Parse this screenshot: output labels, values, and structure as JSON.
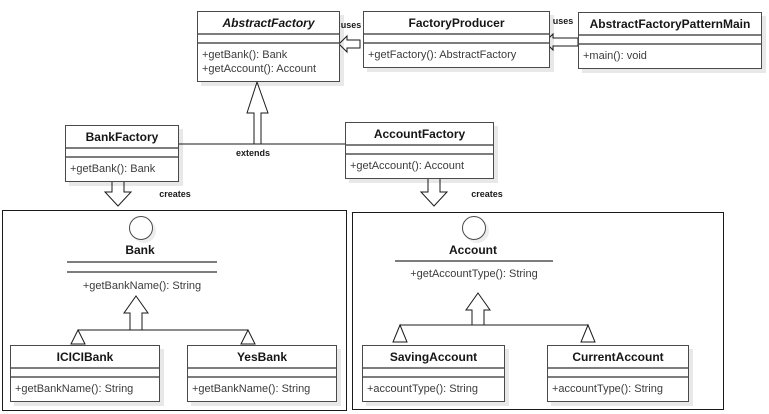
{
  "diagram": {
    "kind": "uml-class-diagram",
    "labels": {
      "uses_factoryproducer_to_abstractfactory": "uses",
      "uses_main_to_factoryproducer": "uses",
      "extends": "extends",
      "creates_left": "creates",
      "creates_right": "creates"
    },
    "classes": {
      "abstract_factory": {
        "name": "AbstractFactory",
        "stereotype": "abstract",
        "methods": [
          "+getBank(): Bank",
          "+getAccount(): Account"
        ]
      },
      "factory_producer": {
        "name": "FactoryProducer",
        "methods": [
          "+getFactory(): AbstractFactory"
        ]
      },
      "pattern_main": {
        "name": "AbstractFactoryPatternMain",
        "methods": [
          "+main(): void"
        ]
      },
      "bank_factory": {
        "name": "BankFactory",
        "methods": [
          "+getBank(): Bank"
        ]
      },
      "account_factory": {
        "name": "AccountFactory",
        "methods": [
          "+getAccount(): Account"
        ]
      },
      "icici_bank": {
        "name": "ICICIBank",
        "methods": [
          "+getBankName(): String"
        ]
      },
      "yes_bank": {
        "name": "YesBank",
        "methods": [
          "+getBankName(): String"
        ]
      },
      "saving_account": {
        "name": "SavingAccount",
        "methods": [
          "+accountType(): String"
        ]
      },
      "current_account": {
        "name": "CurrentAccount",
        "methods": [
          "+accountType(): String"
        ]
      }
    },
    "interfaces": {
      "bank": {
        "name": "Bank",
        "methods": [
          "+getBankName(): String"
        ]
      },
      "account": {
        "name": "Account",
        "methods": [
          "+getAccountType(): String"
        ]
      }
    },
    "colors": {
      "class_border": "#4a4a4a",
      "separator": "#7d7d7d",
      "package_border": "#1a1a1a",
      "method_text": "#3c3c3c",
      "title_text": "#161616",
      "background": "#ffffff"
    }
  }
}
